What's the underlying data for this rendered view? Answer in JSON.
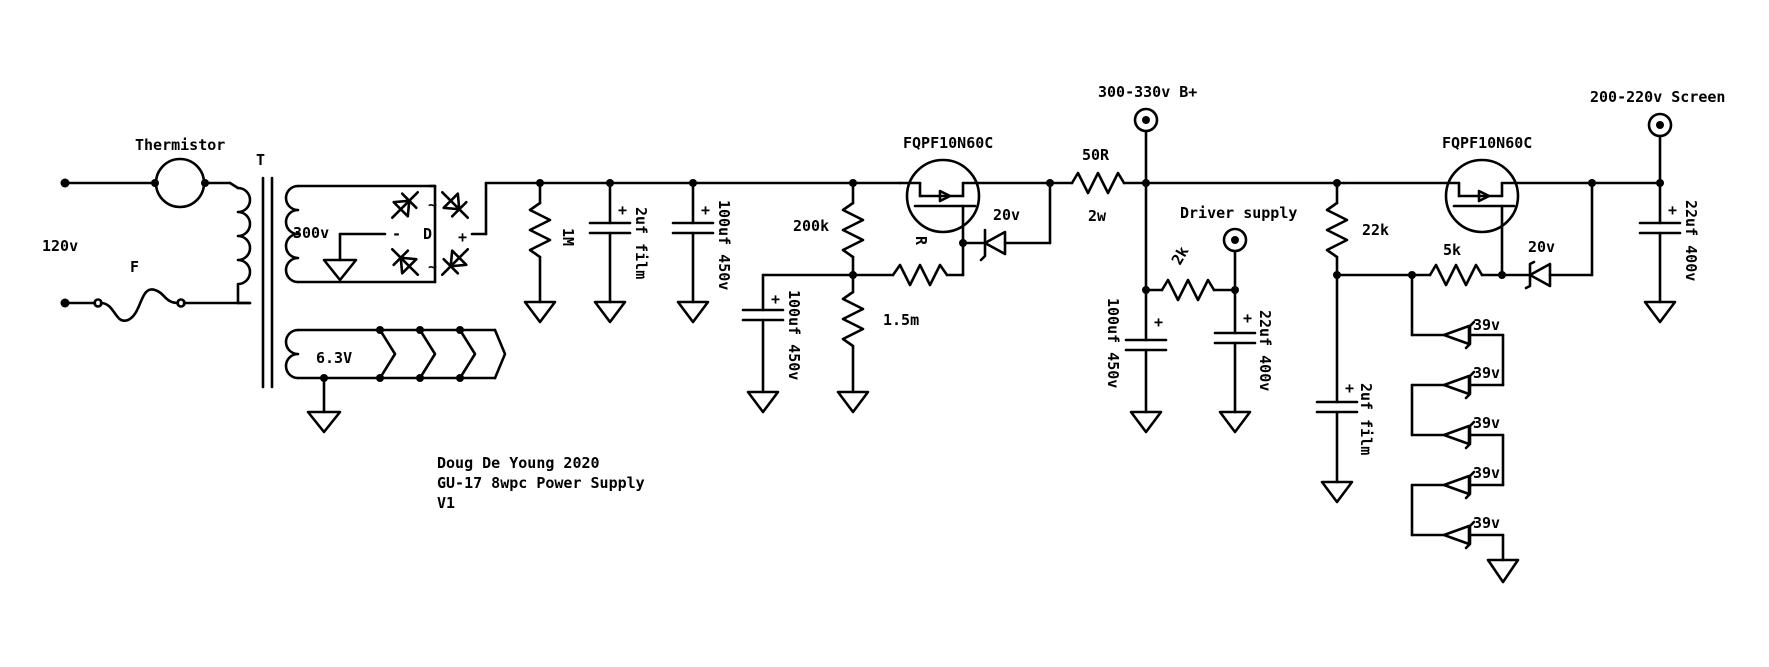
{
  "labels": {
    "input_voltage": "120v",
    "fuse": "F",
    "thermistor": "Thermistor",
    "transformer": "T",
    "secondary_hv": "300v",
    "secondary_heater": "6.3V",
    "rectifier": "D",
    "bridge_neg": "-",
    "bridge_pos": "+",
    "bridge_ac1": "~",
    "bridge_ac2": "~",
    "bleeder": "1M",
    "cap1": "2uf film",
    "cap2": "100uf 450v",
    "r_200k": "200k",
    "r_gate": "R",
    "mosfet1": "FQPF10N60C",
    "zener1": "20v",
    "cap_ref1": "100uf 450v",
    "r_1_5m": "1.5m",
    "r_50r": "50R",
    "r_50r_power": "2w",
    "bplus": "300-330v B+",
    "driver_supply": "Driver supply",
    "r_2k": "2k",
    "cap_bplus": "100uf 450v",
    "cap_driver": "22uf 400v",
    "r_22k": "22k",
    "cap_film2": "2uf film",
    "mosfet2": "FQPF10N60C",
    "r_5k": "5k",
    "zener2": "20v",
    "zener_string": [
      "39v",
      "39v",
      "39v",
      "39v",
      "39v"
    ],
    "screen": "200-220v Screen",
    "cap_screen": "22uf 400v",
    "plus": "+"
  },
  "title_block": {
    "author": "Doug De Young 2020",
    "project": "GU-17 8wpc Power Supply",
    "version": "V1"
  }
}
